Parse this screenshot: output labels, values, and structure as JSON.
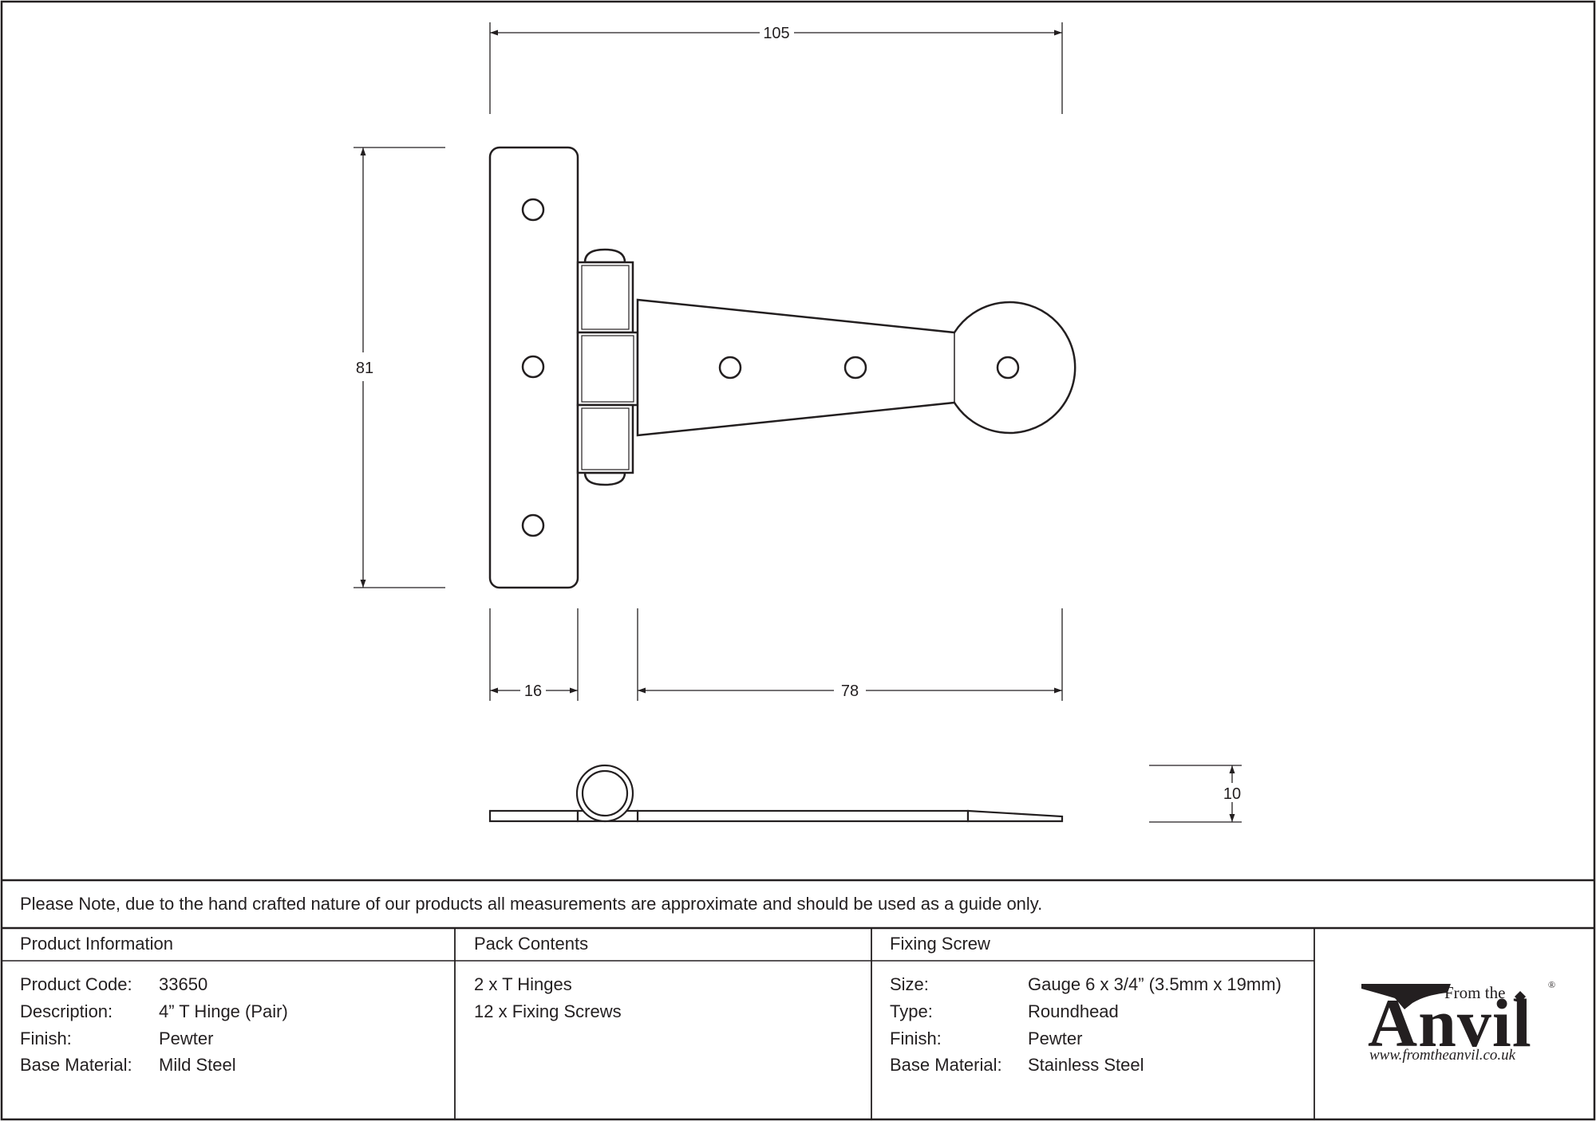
{
  "dimensions": {
    "overall_width": "105",
    "height": "81",
    "leaf_width": "16",
    "strap_length": "78",
    "thickness": "10"
  },
  "note": "Please Note, due to the hand crafted nature of our products all measurements are approximate and should be used as a guide only.",
  "product_info": {
    "heading": "Product Information",
    "rows": [
      {
        "label": "Product Code:",
        "value": "33650"
      },
      {
        "label": "Description:",
        "value": "4” T Hinge (Pair)"
      },
      {
        "label": "Finish:",
        "value": "Pewter"
      },
      {
        "label": "Base Material:",
        "value": "Mild Steel"
      }
    ]
  },
  "pack_contents": {
    "heading": "Pack Contents",
    "items": [
      "2 x T Hinges",
      "12 x Fixing Screws"
    ]
  },
  "fixing_screw": {
    "heading": "Fixing Screw",
    "rows": [
      {
        "label": "Size:",
        "value": "Gauge 6 x 3/4” (3.5mm x 19mm)"
      },
      {
        "label": "Type:",
        "value": "Roundhead"
      },
      {
        "label": "Finish:",
        "value": "Pewter"
      },
      {
        "label": "Base Material:",
        "value": "Stainless Steel"
      }
    ]
  },
  "logo": {
    "from": "From the",
    "anvil": "Anvil",
    "url": "www.fromtheanvil.co.uk",
    "registered": "®"
  }
}
